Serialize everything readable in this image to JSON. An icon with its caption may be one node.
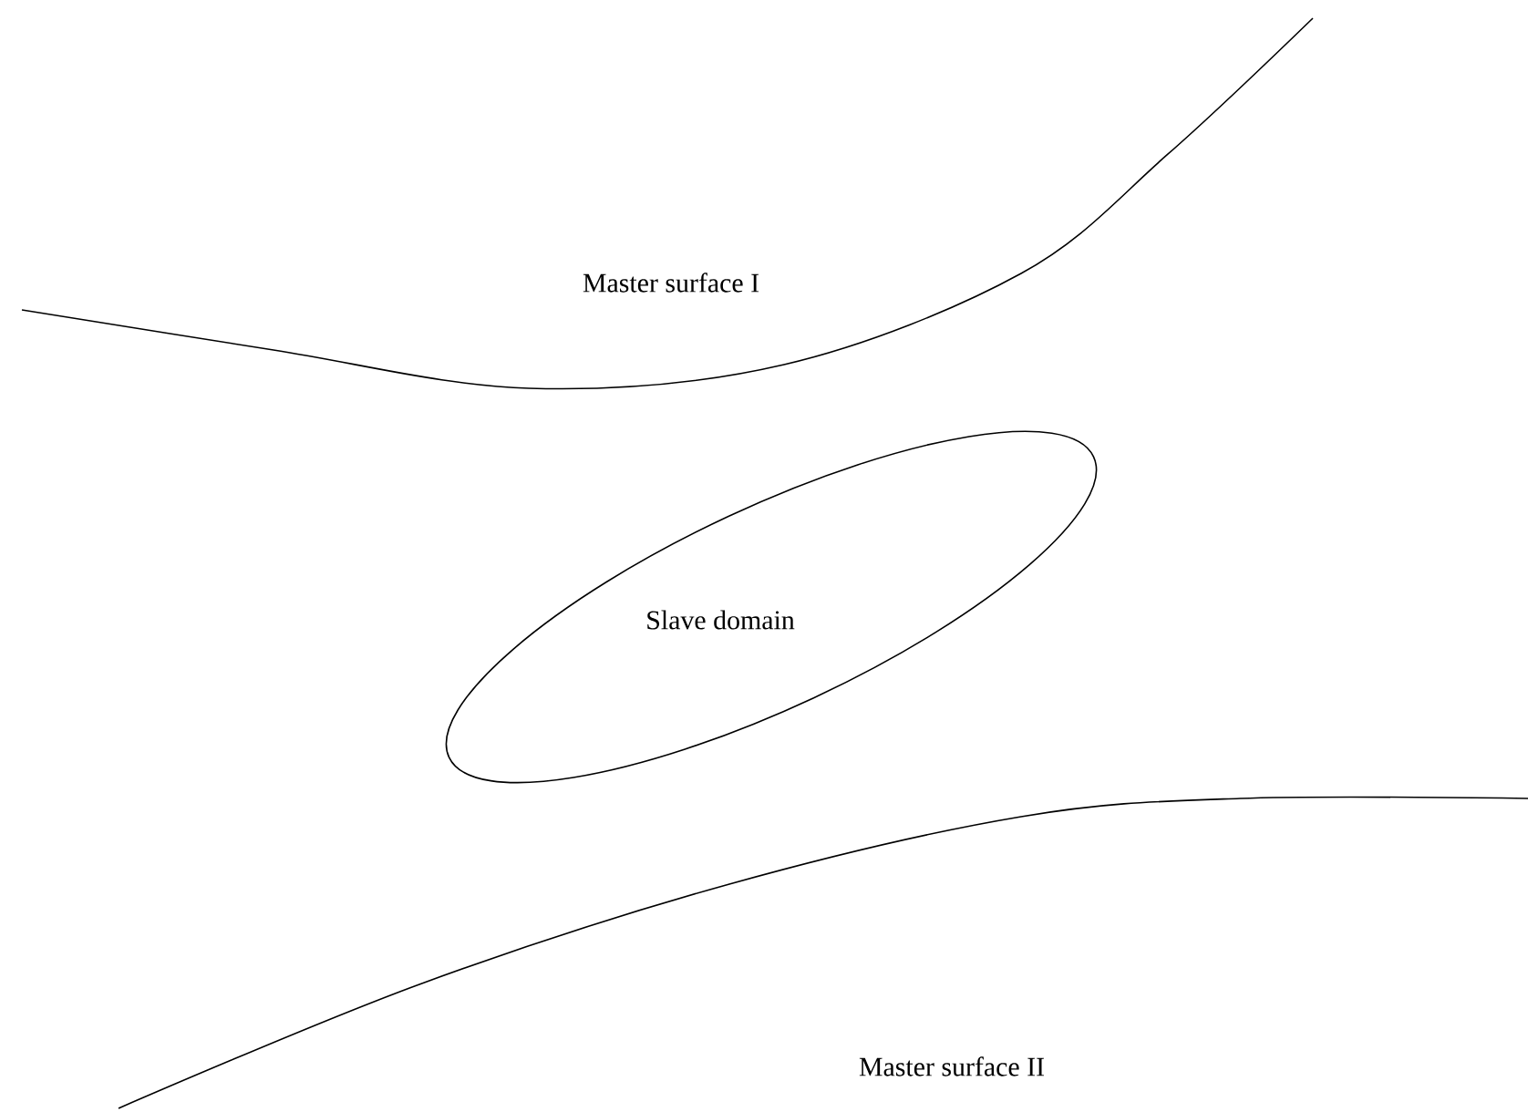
{
  "diagram": {
    "nodes": [
      {
        "text": [
          "Slave domain"
        ]
      }
    ],
    "labels": [
      "Master surface I",
      "Master surface II"
    ]
  }
}
